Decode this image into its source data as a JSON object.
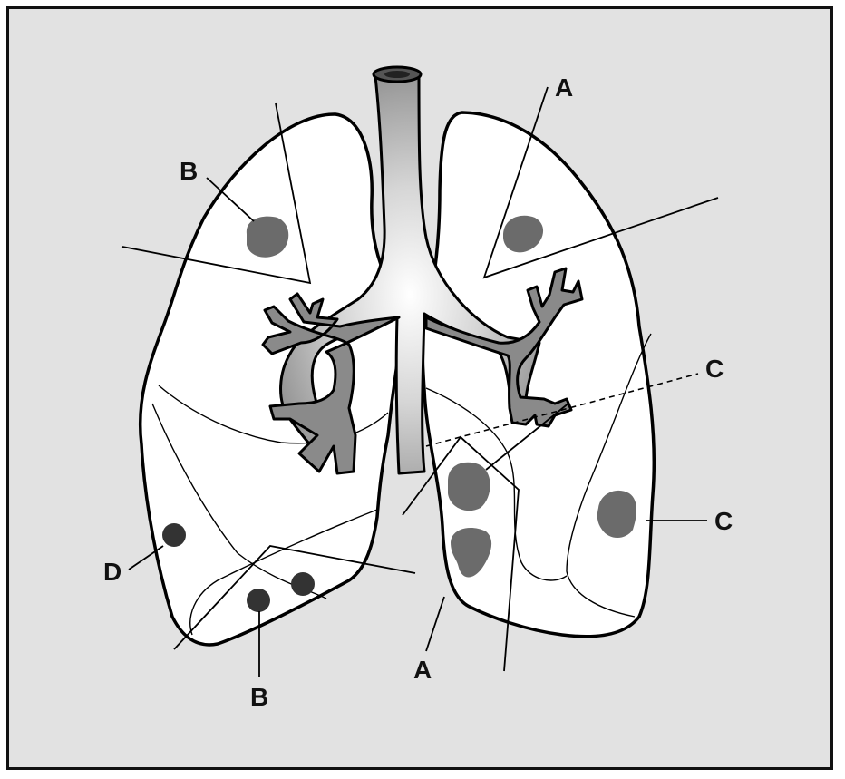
{
  "labels": {
    "a_upper": "A",
    "a_lower": "A",
    "b_upper": "B",
    "b_lower": "B",
    "c_upper": "C",
    "c_lower": "C",
    "d": "D"
  },
  "colors": {
    "background": "#e2e2e2",
    "lung_fill": "#ffffff",
    "nodule_gray": "#6b6b6b",
    "nodule_dark": "#333333",
    "bronchus_gray": "#8a8a8a"
  }
}
